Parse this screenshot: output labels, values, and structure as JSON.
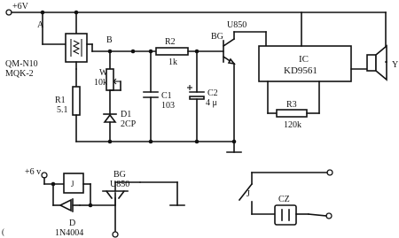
{
  "labels": {
    "supply_top": "+6V",
    "node_a": "A",
    "node_b": "B",
    "sensor_name": "QM-N10",
    "sensor_model": "MQK-2",
    "r1_name": "R1",
    "r1_value": "5.1",
    "w_name": "W",
    "w_value": "10k",
    "d1_name": "D1",
    "d1_value": "2CP",
    "r2_name": "R2",
    "r2_value": "1k",
    "c1_name": "C1",
    "c1_value": "103",
    "c2_name": "C2",
    "c2_value": "4 μ",
    "bg_top_part": "U850",
    "bg_top_name": "BG",
    "ic_name": "IC",
    "ic_part": "KD9561",
    "r3_name": "R3",
    "r3_value": "120k",
    "speaker_name": "Y",
    "supply_bottom": "+6 v",
    "relay_name": "J",
    "diode_name": "D",
    "diode_part": "1N4004",
    "bg_bottom_name": "BG",
    "bg_bottom_part": "U850",
    "switch_name": "J",
    "socket_name": "CZ"
  }
}
